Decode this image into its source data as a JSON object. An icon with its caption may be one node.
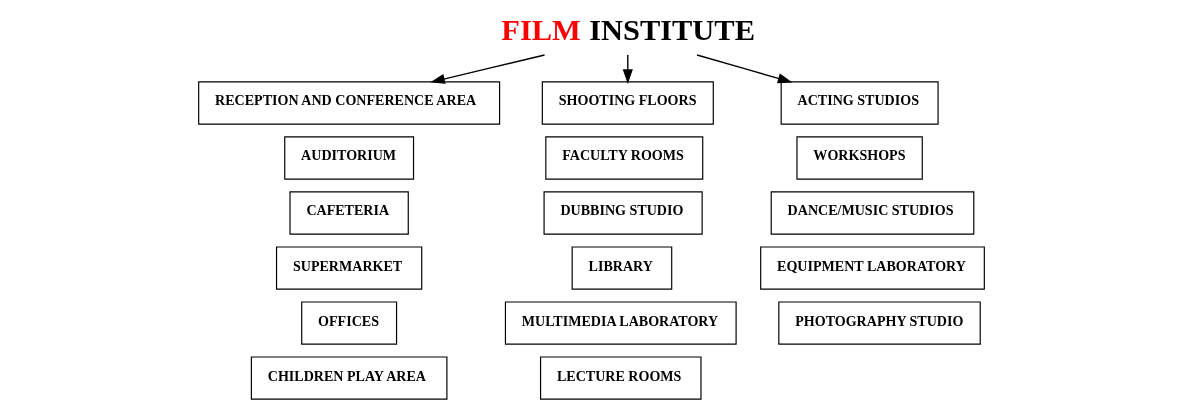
{
  "diagram": {
    "nodes": [
      {
        "text": [
          "FILM INSTITUTE"
        ]
      },
      {
        "text": [
          "RECEPTION AND CONFERENCE AREA"
        ]
      },
      {
        "text": [
          "AUDITORIUM"
        ]
      },
      {
        "text": [
          "CAFETERIA"
        ]
      },
      {
        "text": [
          "SUPERMARKET"
        ]
      },
      {
        "text": [
          "OFFICES"
        ]
      },
      {
        "text": [
          "CHILDREN PLAY AREA"
        ]
      },
      {
        "text": [
          "SHOOTING FLOORS"
        ]
      },
      {
        "text": [
          "FACULTY ROOMS"
        ]
      },
      {
        "text": [
          "DUBBING STUDIO"
        ]
      },
      {
        "text": [
          "LIBRARY"
        ]
      },
      {
        "text": [
          "MULTIMEDIA LABORATORY"
        ]
      },
      {
        "text": [
          "LECTURE ROOMS"
        ]
      },
      {
        "text": [
          "ACTING STUDIOS"
        ]
      },
      {
        "text": [
          "WORKSHOPS"
        ]
      },
      {
        "text": [
          "DANCE/MUSIC STUDIOS"
        ]
      },
      {
        "text": [
          "EQUIPMENT LABORATORY"
        ]
      },
      {
        "text": [
          "PHOTOGRAPHY STUDIO"
        ]
      }
    ],
    "edges": [
      {
        "from": 0,
        "to": 1,
        "arrow": "to"
      },
      {
        "from": 0,
        "to": 7,
        "arrow": "to"
      },
      {
        "from": 0,
        "to": 13,
        "arrow": "to"
      }
    ]
  }
}
